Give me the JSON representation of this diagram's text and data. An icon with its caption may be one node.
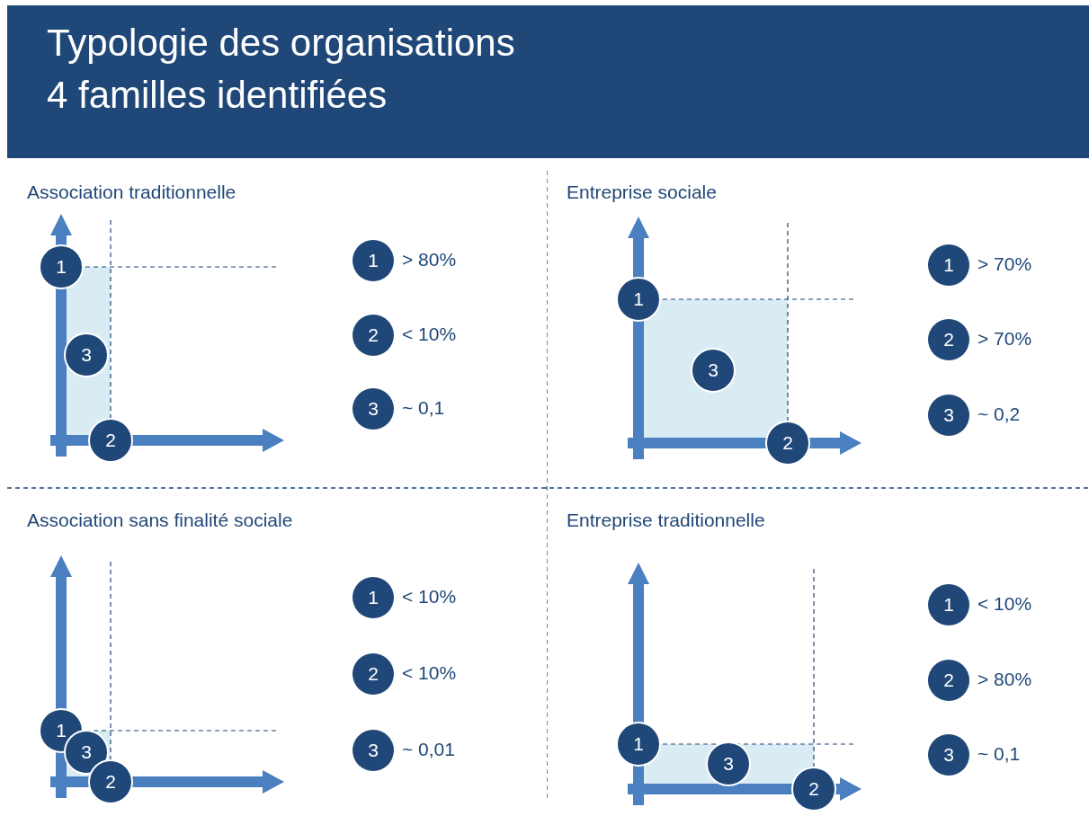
{
  "diagram": {
    "title": "Typologie des organisations",
    "nodes": [
      {
        "text": [
          "Association traditionnelle"
        ]
      },
      {
        "text": [
          "1"
        ],
        "in": 0
      },
      {
        "text": [
          "3"
        ],
        "in": 0
      },
      {
        "text": [
          "2"
        ],
        "in": 0
      },
      {
        "text": [
          "1"
        ],
        "in": 0,
        "beside": [
          "> 80%"
        ]
      },
      {
        "text": [
          "2"
        ],
        "in": 0,
        "beside": [
          "< 10%"
        ]
      },
      {
        "text": [
          "3"
        ],
        "in": 0,
        "beside": [
          "~ 0,1"
        ]
      },
      {
        "text": [
          "Entreprise sociale"
        ]
      },
      {
        "text": [
          "1"
        ],
        "in": 7
      },
      {
        "text": [
          "3"
        ],
        "in": 7
      },
      {
        "text": [
          "2"
        ],
        "in": 7
      },
      {
        "text": [
          "1"
        ],
        "in": 7,
        "beside": [
          "> 70%"
        ]
      },
      {
        "text": [
          "2"
        ],
        "in": 7,
        "beside": [
          "> 70%"
        ]
      },
      {
        "text": [
          "3"
        ],
        "in": 7,
        "beside": [
          "~ 0,2"
        ]
      },
      {
        "text": [
          "Association sans finalité sociale"
        ]
      },
      {
        "text": [
          "1"
        ],
        "in": 14
      },
      {
        "text": [
          "3"
        ],
        "in": 14
      },
      {
        "text": [
          "2"
        ],
        "in": 14
      },
      {
        "text": [
          "1"
        ],
        "in": 14,
        "beside": [
          "< 10%"
        ]
      },
      {
        "text": [
          "2"
        ],
        "in": 14,
        "beside": [
          "< 10%"
        ]
      },
      {
        "text": [
          "3"
        ],
        "in": 14,
        "beside": [
          "~ 0,01"
        ]
      },
      {
        "text": [
          "Entreprise traditionnelle"
        ]
      },
      {
        "text": [
          "1"
        ],
        "in": 21
      },
      {
        "text": [
          "3"
        ],
        "in": 21
      },
      {
        "text": [
          "2"
        ],
        "in": 21
      },
      {
        "text": [
          "1"
        ],
        "in": 21,
        "beside": [
          "< 10%"
        ]
      },
      {
        "text": [
          "2"
        ],
        "in": 21,
        "beside": [
          "> 80%"
        ]
      },
      {
        "text": [
          "3"
        ],
        "in": 21,
        "beside": [
          "~ 0,1"
        ]
      }
    ],
    "labels": [
      "4 familles identifiées"
    ]
  }
}
